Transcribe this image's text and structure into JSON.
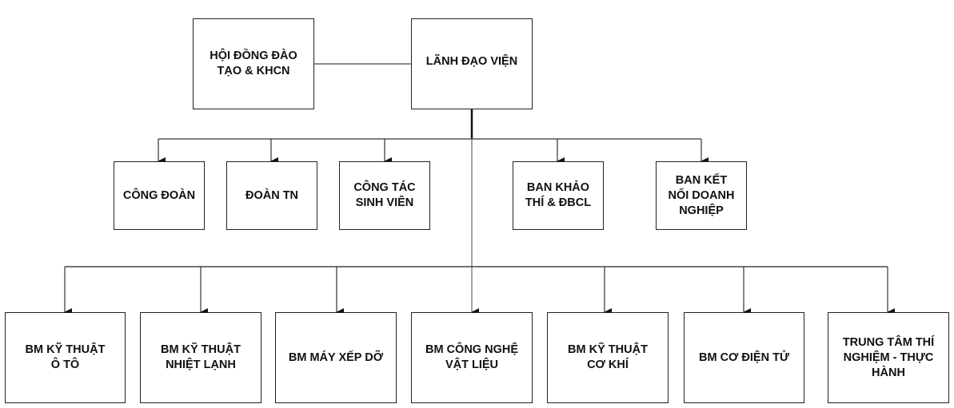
{
  "diagram": {
    "top": {
      "council": "HỘI ĐỒNG ĐÀO\nTẠO & KHCN",
      "leadership": "LÃNH ĐẠO VIỆN"
    },
    "units": [
      "CÔNG ĐOÀN",
      "ĐOÀN TN",
      "CÔNG TÁC\nSINH VIÊN",
      "BAN KHẢO\nTHÍ & ĐBCL",
      "BAN KẾT\nNỐI DOANH\nNGHIỆP"
    ],
    "departments": [
      "BM KỸ THUẬT\nÔ TÔ",
      "BM KỸ THUẬT\nNHIỆT LẠNH",
      "BM MÁY XẾP DỠ",
      "BM CÔNG NGHỆ\nVẬT LIỆU",
      "BM KỸ THUẬT\nCƠ KHÍ",
      "BM CƠ ĐIỆN TỬ",
      "TRUNG TÂM THÍ\nNGHIỆM - THỰC\nHÀNH"
    ]
  }
}
